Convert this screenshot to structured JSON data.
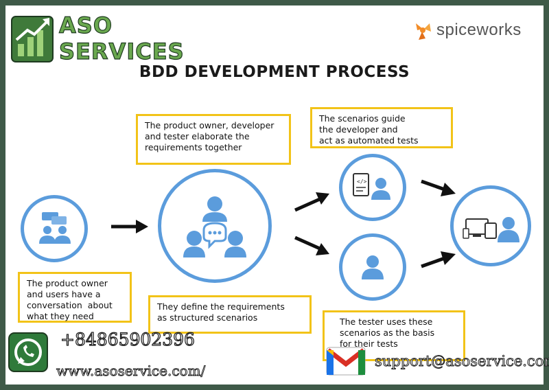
{
  "brand": {
    "line1": "ASO",
    "line2": "SERVICES",
    "logo_icon": "growth-chart-icon",
    "color": "#6aa84f"
  },
  "publisher": {
    "name": "spiceworks",
    "logo_icon": "spiceworks-logo-icon",
    "color": "#f28c28"
  },
  "diagram": {
    "title": "BDD DEVELOPMENT PROCESS",
    "box_color": "#f2c318",
    "circle_color": "#5b9cdc",
    "steps": [
      {
        "lines": [
          "The product owner",
          "and users have a",
          "conversation  about",
          "what they need"
        ]
      },
      {
        "lines": [
          "The product owner, developer",
          "and tester elaborate the",
          "requirements together"
        ]
      },
      {
        "lines": [
          "They define the requirements",
          "as structured scenarios"
        ]
      },
      {
        "lines": [
          "The scenarios guide",
          "the developer and",
          "act as automated tests"
        ]
      },
      {
        "lines": [
          "The tester uses these",
          "scenarios as the basis",
          "for their tests"
        ]
      }
    ]
  },
  "contact": {
    "phone": "+84865902396",
    "website": "www.asoservice.com/",
    "email": "support@asoservice.com",
    "whatsapp_icon": "whatsapp-icon",
    "gmail_icon": "gmail-icon"
  }
}
